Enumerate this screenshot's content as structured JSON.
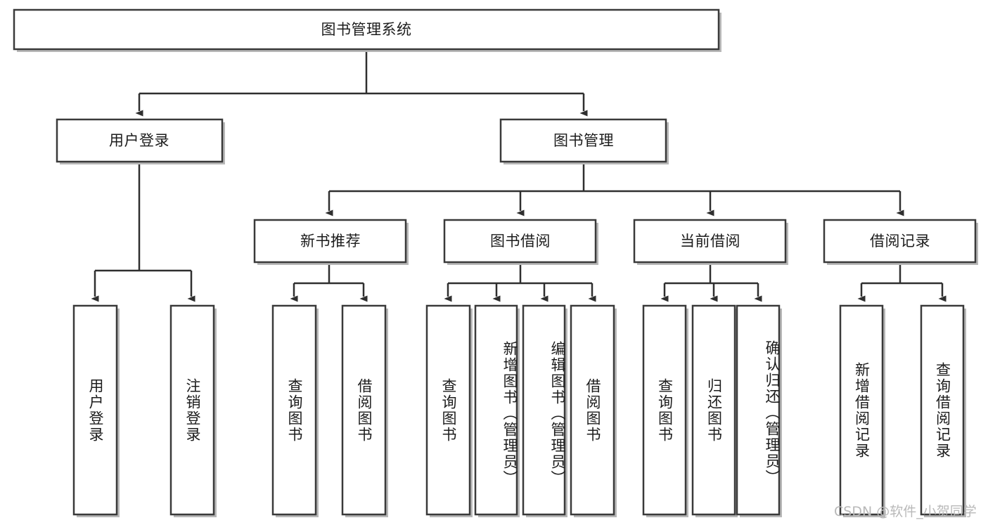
{
  "diagram": {
    "type": "hierarchy-tree",
    "title": "图书管理系统",
    "orientation": "top-down",
    "colors": {
      "box_stroke": "#3a3a3a",
      "box_fill": "#ffffff",
      "connector": "#2f2f2f",
      "text": "#1c1c1c",
      "watermark": "#b9b9b9"
    },
    "levels": {
      "root": "图书管理系统",
      "level1": [
        "用户登录",
        "图书管理"
      ],
      "level2": [
        "新书推荐",
        "图书借阅",
        "当前借阅",
        "借阅记录"
      ],
      "level3": [
        "用户登录",
        "注销登录",
        "查询图书",
        "借阅图书",
        "查询图书",
        "新增图书（管理员）",
        "编辑图书（管理员）",
        "借阅图书",
        "查询图书",
        "归还图书",
        "确认归还（管理员）",
        "新增借阅记录",
        "查询借阅记录"
      ]
    },
    "nodes": {
      "root": {
        "label": "图书管理系统"
      },
      "user_login": {
        "label": "用户登录"
      },
      "book_manage": {
        "label": "图书管理"
      },
      "new_book_rec": {
        "label": "新书推荐"
      },
      "book_borrow": {
        "label": "图书借阅"
      },
      "current_borrow": {
        "label": "当前借阅"
      },
      "borrow_record": {
        "label": "借阅记录"
      },
      "leaf_user_login": {
        "label": "用户登录"
      },
      "leaf_logout": {
        "label": "注销登录"
      },
      "leaf_query_book_a": {
        "label": "查询图书"
      },
      "leaf_borrow_book_a": {
        "label": "借阅图书"
      },
      "leaf_query_book_b": {
        "label": "查询图书"
      },
      "leaf_add_book": {
        "label": "新增图书（管理员）"
      },
      "leaf_edit_book": {
        "label": "编辑图书（管理员）"
      },
      "leaf_borrow_book_b": {
        "label": "借阅图书"
      },
      "leaf_query_book_c": {
        "label": "查询图书"
      },
      "leaf_return_book": {
        "label": "归还图书"
      },
      "leaf_confirm_return": {
        "label": "确认归还（管理员）"
      },
      "leaf_add_record": {
        "label": "新增借阅记录"
      },
      "leaf_query_record": {
        "label": "查询借阅记录"
      }
    },
    "edges": [
      {
        "from": "图书管理系统",
        "to": "用户登录"
      },
      {
        "from": "图书管理系统",
        "to": "图书管理"
      },
      {
        "from": "用户登录",
        "to": "用户登录"
      },
      {
        "from": "用户登录",
        "to": "注销登录"
      },
      {
        "from": "图书管理",
        "to": "新书推荐"
      },
      {
        "from": "图书管理",
        "to": "图书借阅"
      },
      {
        "from": "图书管理",
        "to": "当前借阅"
      },
      {
        "from": "图书管理",
        "to": "借阅记录"
      },
      {
        "from": "新书推荐",
        "to": "查询图书"
      },
      {
        "from": "新书推荐",
        "to": "借阅图书"
      },
      {
        "from": "图书借阅",
        "to": "查询图书"
      },
      {
        "from": "图书借阅",
        "to": "新增图书（管理员）"
      },
      {
        "from": "图书借阅",
        "to": "编辑图书（管理员）"
      },
      {
        "from": "图书借阅",
        "to": "借阅图书"
      },
      {
        "from": "当前借阅",
        "to": "查询图书"
      },
      {
        "from": "当前借阅",
        "to": "归还图书"
      },
      {
        "from": "当前借阅",
        "to": "确认归还（管理员）"
      },
      {
        "from": "借阅记录",
        "to": "新增借阅记录"
      },
      {
        "from": "借阅记录",
        "to": "查询借阅记录"
      }
    ]
  },
  "watermark": {
    "text": "CSDN @软件_小贺同学"
  }
}
